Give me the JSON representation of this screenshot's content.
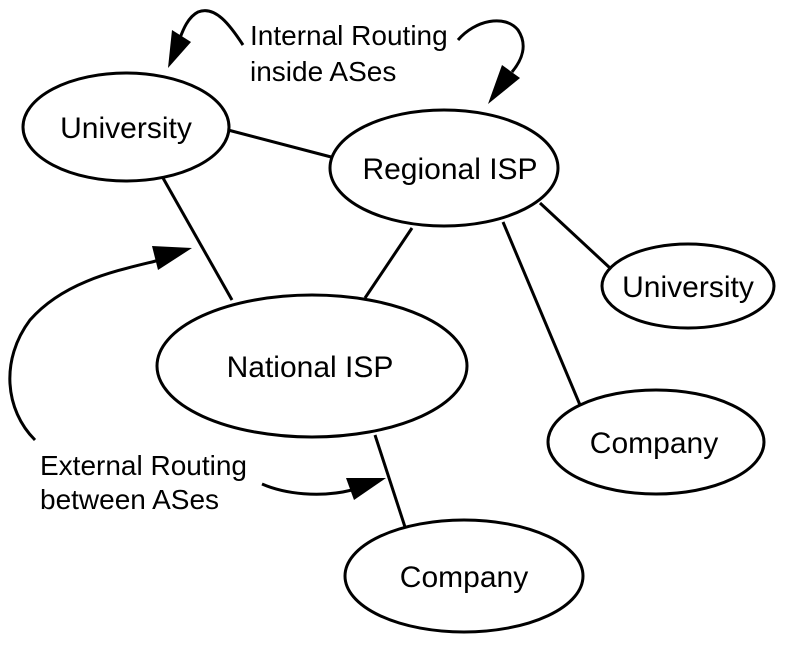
{
  "nodes": {
    "university_a": "University",
    "regional_isp": "Regional ISP",
    "university_b": "University",
    "national_isp": "National ISP",
    "company_a": "Company",
    "company_b": "Company"
  },
  "annotations": {
    "internal": [
      "Internal Routing",
      "inside ASes"
    ],
    "external": [
      "External Routing",
      "between ASes"
    ]
  }
}
